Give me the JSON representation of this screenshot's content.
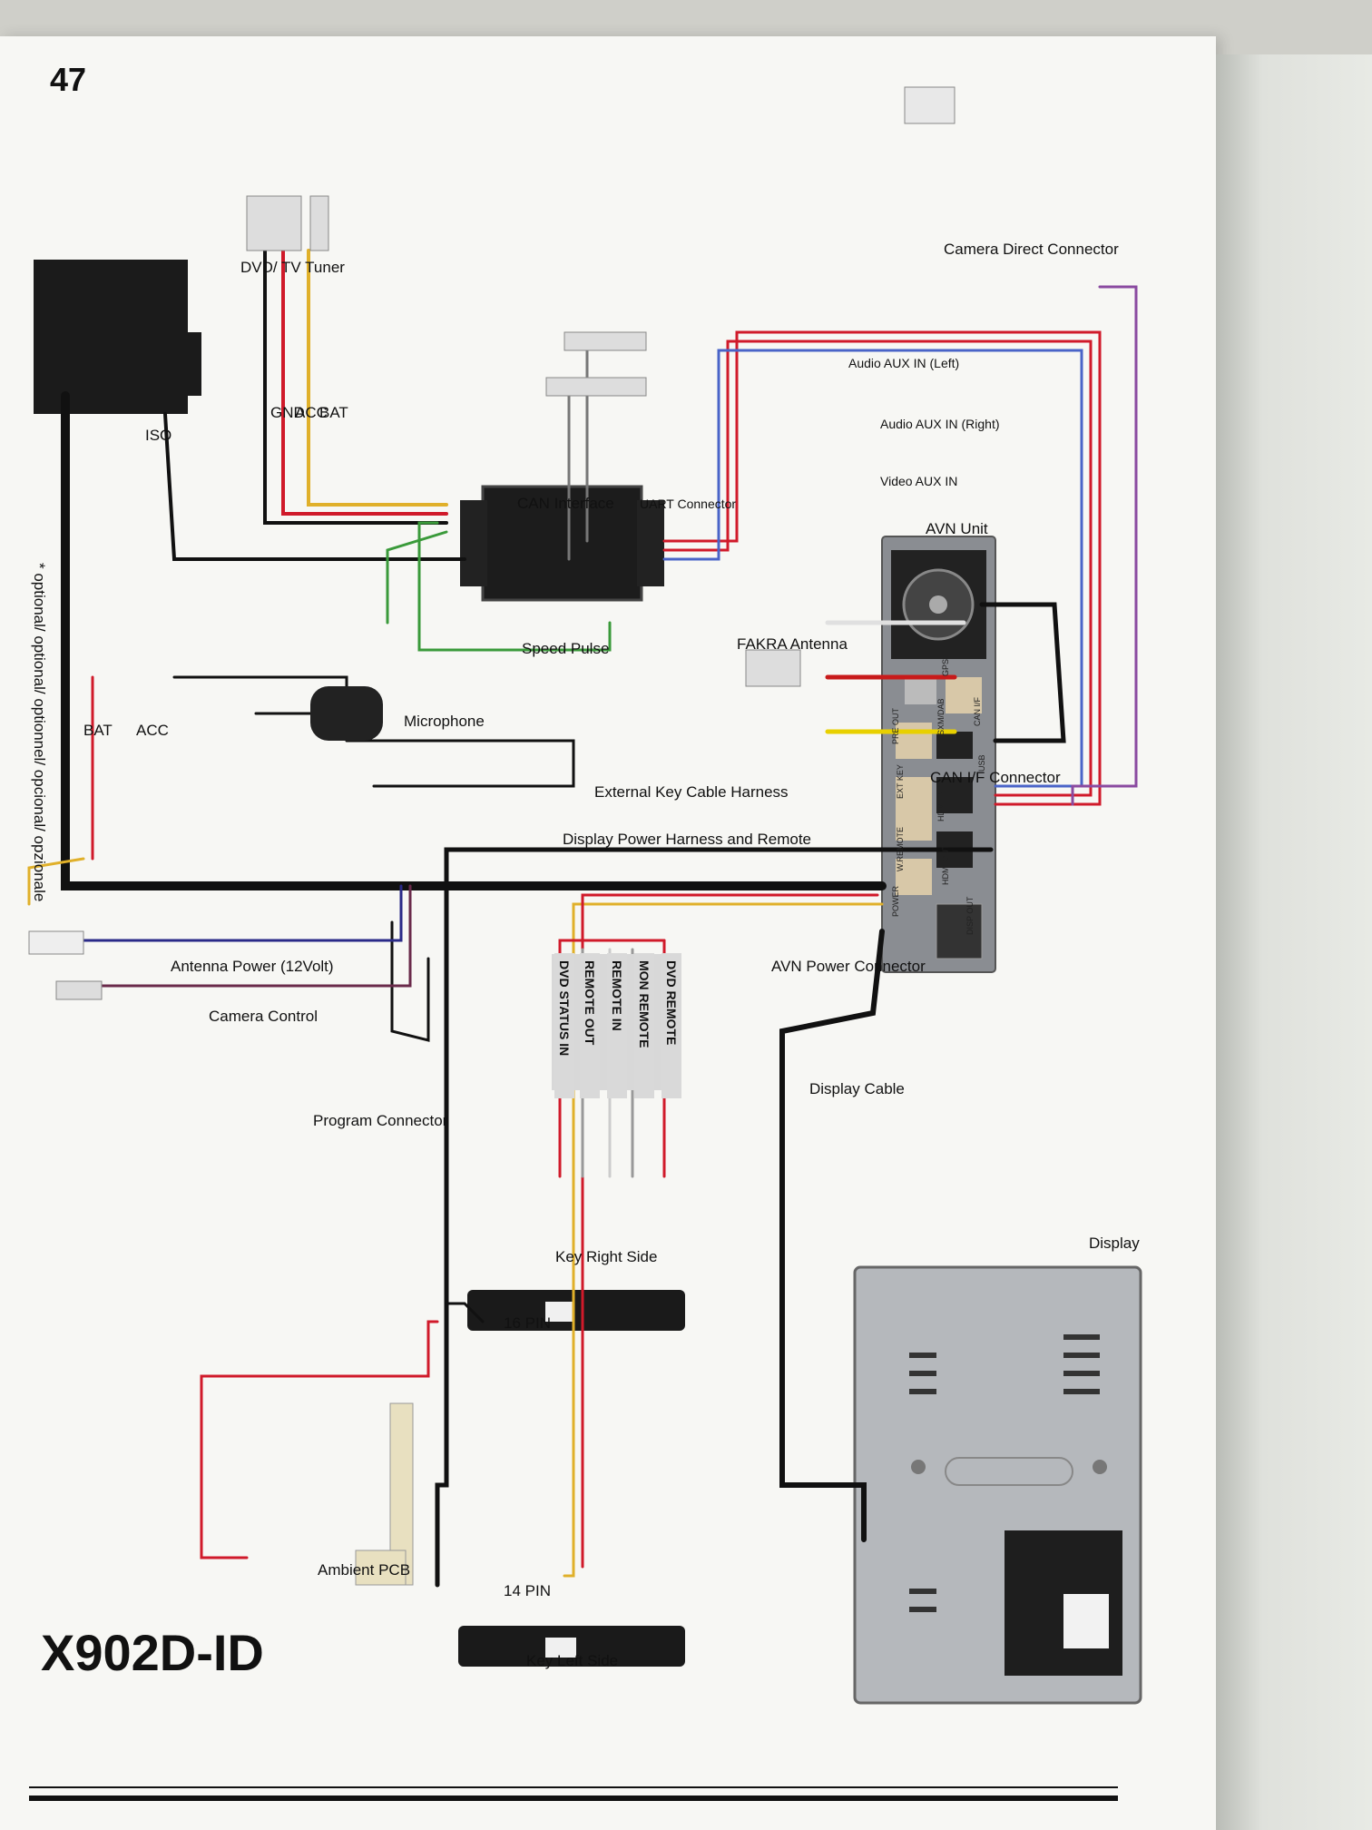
{
  "page": {
    "number": "47",
    "model": "X902D-ID",
    "footnote": "* optional/ optional/ optionnel/ opcional/ opzionale"
  },
  "components": {
    "camera_direct_connector": "Camera Direct Connector",
    "dvd_tv_tuner": "DVD/ TV Tuner",
    "bat": "BAT",
    "acc": "ACC",
    "gnd": "GND",
    "iso": "ISO",
    "can_interface": "CAN Interface",
    "uart_connector": "UART Connector",
    "audio_aux_left": "Audio AUX IN (Left)",
    "audio_aux_right": "Audio AUX IN (Right)",
    "video_aux_in": "Video AUX IN",
    "avn_unit": "AVN Unit",
    "speed_pulse": "Speed Pulse",
    "fakra_antenna": "FAKRA Antenna",
    "microphone": "Microphone",
    "can_if_connector": "CAN I/F Connector",
    "external_key_cable": "External Key Cable Harness",
    "display_power_harness": "Display Power Harness and Remote",
    "antenna_power": "Antenna Power (12Volt)",
    "avn_power_connector": "AVN Power Connector",
    "camera_control": "Camera Control",
    "program_connector": "Program Connector",
    "display_cable": "Display Cable",
    "display": "Display",
    "key_right_side": "Key Right Side",
    "pin16": "16 PIN",
    "ambient_pcb": "Ambient PCB",
    "pin14": "14 PIN",
    "key_left_side": "Key Left Side",
    "switch_bat": "BAT",
    "switch_acc": "ACC"
  },
  "remote_tags": [
    "DVD STATUS IN",
    "REMOTE OUT",
    "REMOTE IN",
    "MON REMOTE",
    "DVD REMOTE"
  ],
  "avn_ports": [
    "GPS",
    "CAN I/F",
    "SXM/DAB",
    "PRE OUT",
    "USB",
    "EXT KEY",
    "HDMI IN",
    "W.REMOTE",
    "HDMI OUT",
    "POWER",
    "DISP OUT"
  ]
}
